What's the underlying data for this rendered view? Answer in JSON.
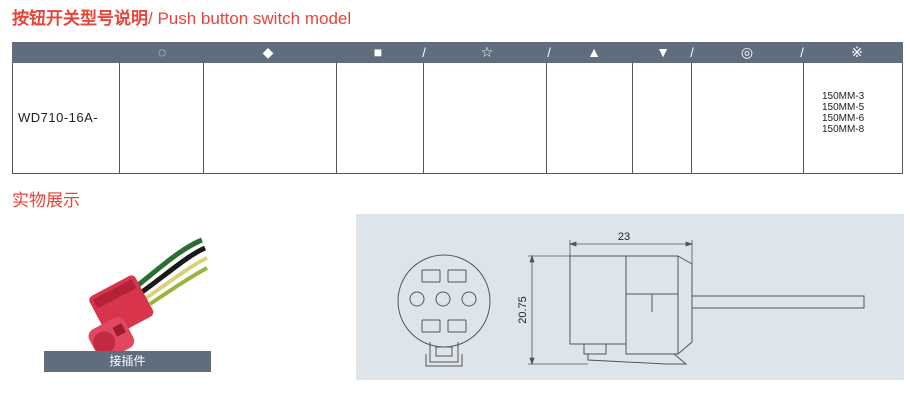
{
  "title": {
    "cn": "按钮开关型号说明",
    "en": "/ Push button switch model"
  },
  "spec_table": {
    "header_symbols": [
      {
        "name": "circle-dotted-icon",
        "glyph": "◌"
      },
      {
        "name": "diamond-icon",
        "glyph": "◆"
      },
      {
        "name": "square-icon",
        "glyph": "■"
      },
      {
        "name": "star-outline-icon",
        "glyph": "☆"
      },
      {
        "name": "triangle-up-icon",
        "glyph": "▲"
      },
      {
        "name": "triangle-down-icon",
        "glyph": "▼"
      },
      {
        "name": "bullseye-icon",
        "glyph": "◎"
      },
      {
        "name": "reference-mark-icon",
        "glyph": "※"
      }
    ],
    "separator": "/",
    "model": "WD710-16A-",
    "wire_lengths": [
      "150MM-3",
      "150MM-5",
      "150MM-6",
      "150MM-8"
    ]
  },
  "section_title": "实物展示",
  "photo": {
    "caption": "接插件"
  },
  "drawing": {
    "width_label": "23",
    "height_label": "20.75"
  },
  "colors": {
    "accent": "#e8443a",
    "header": "#5f6d7c",
    "drawing_bg": "#dde5ea"
  }
}
